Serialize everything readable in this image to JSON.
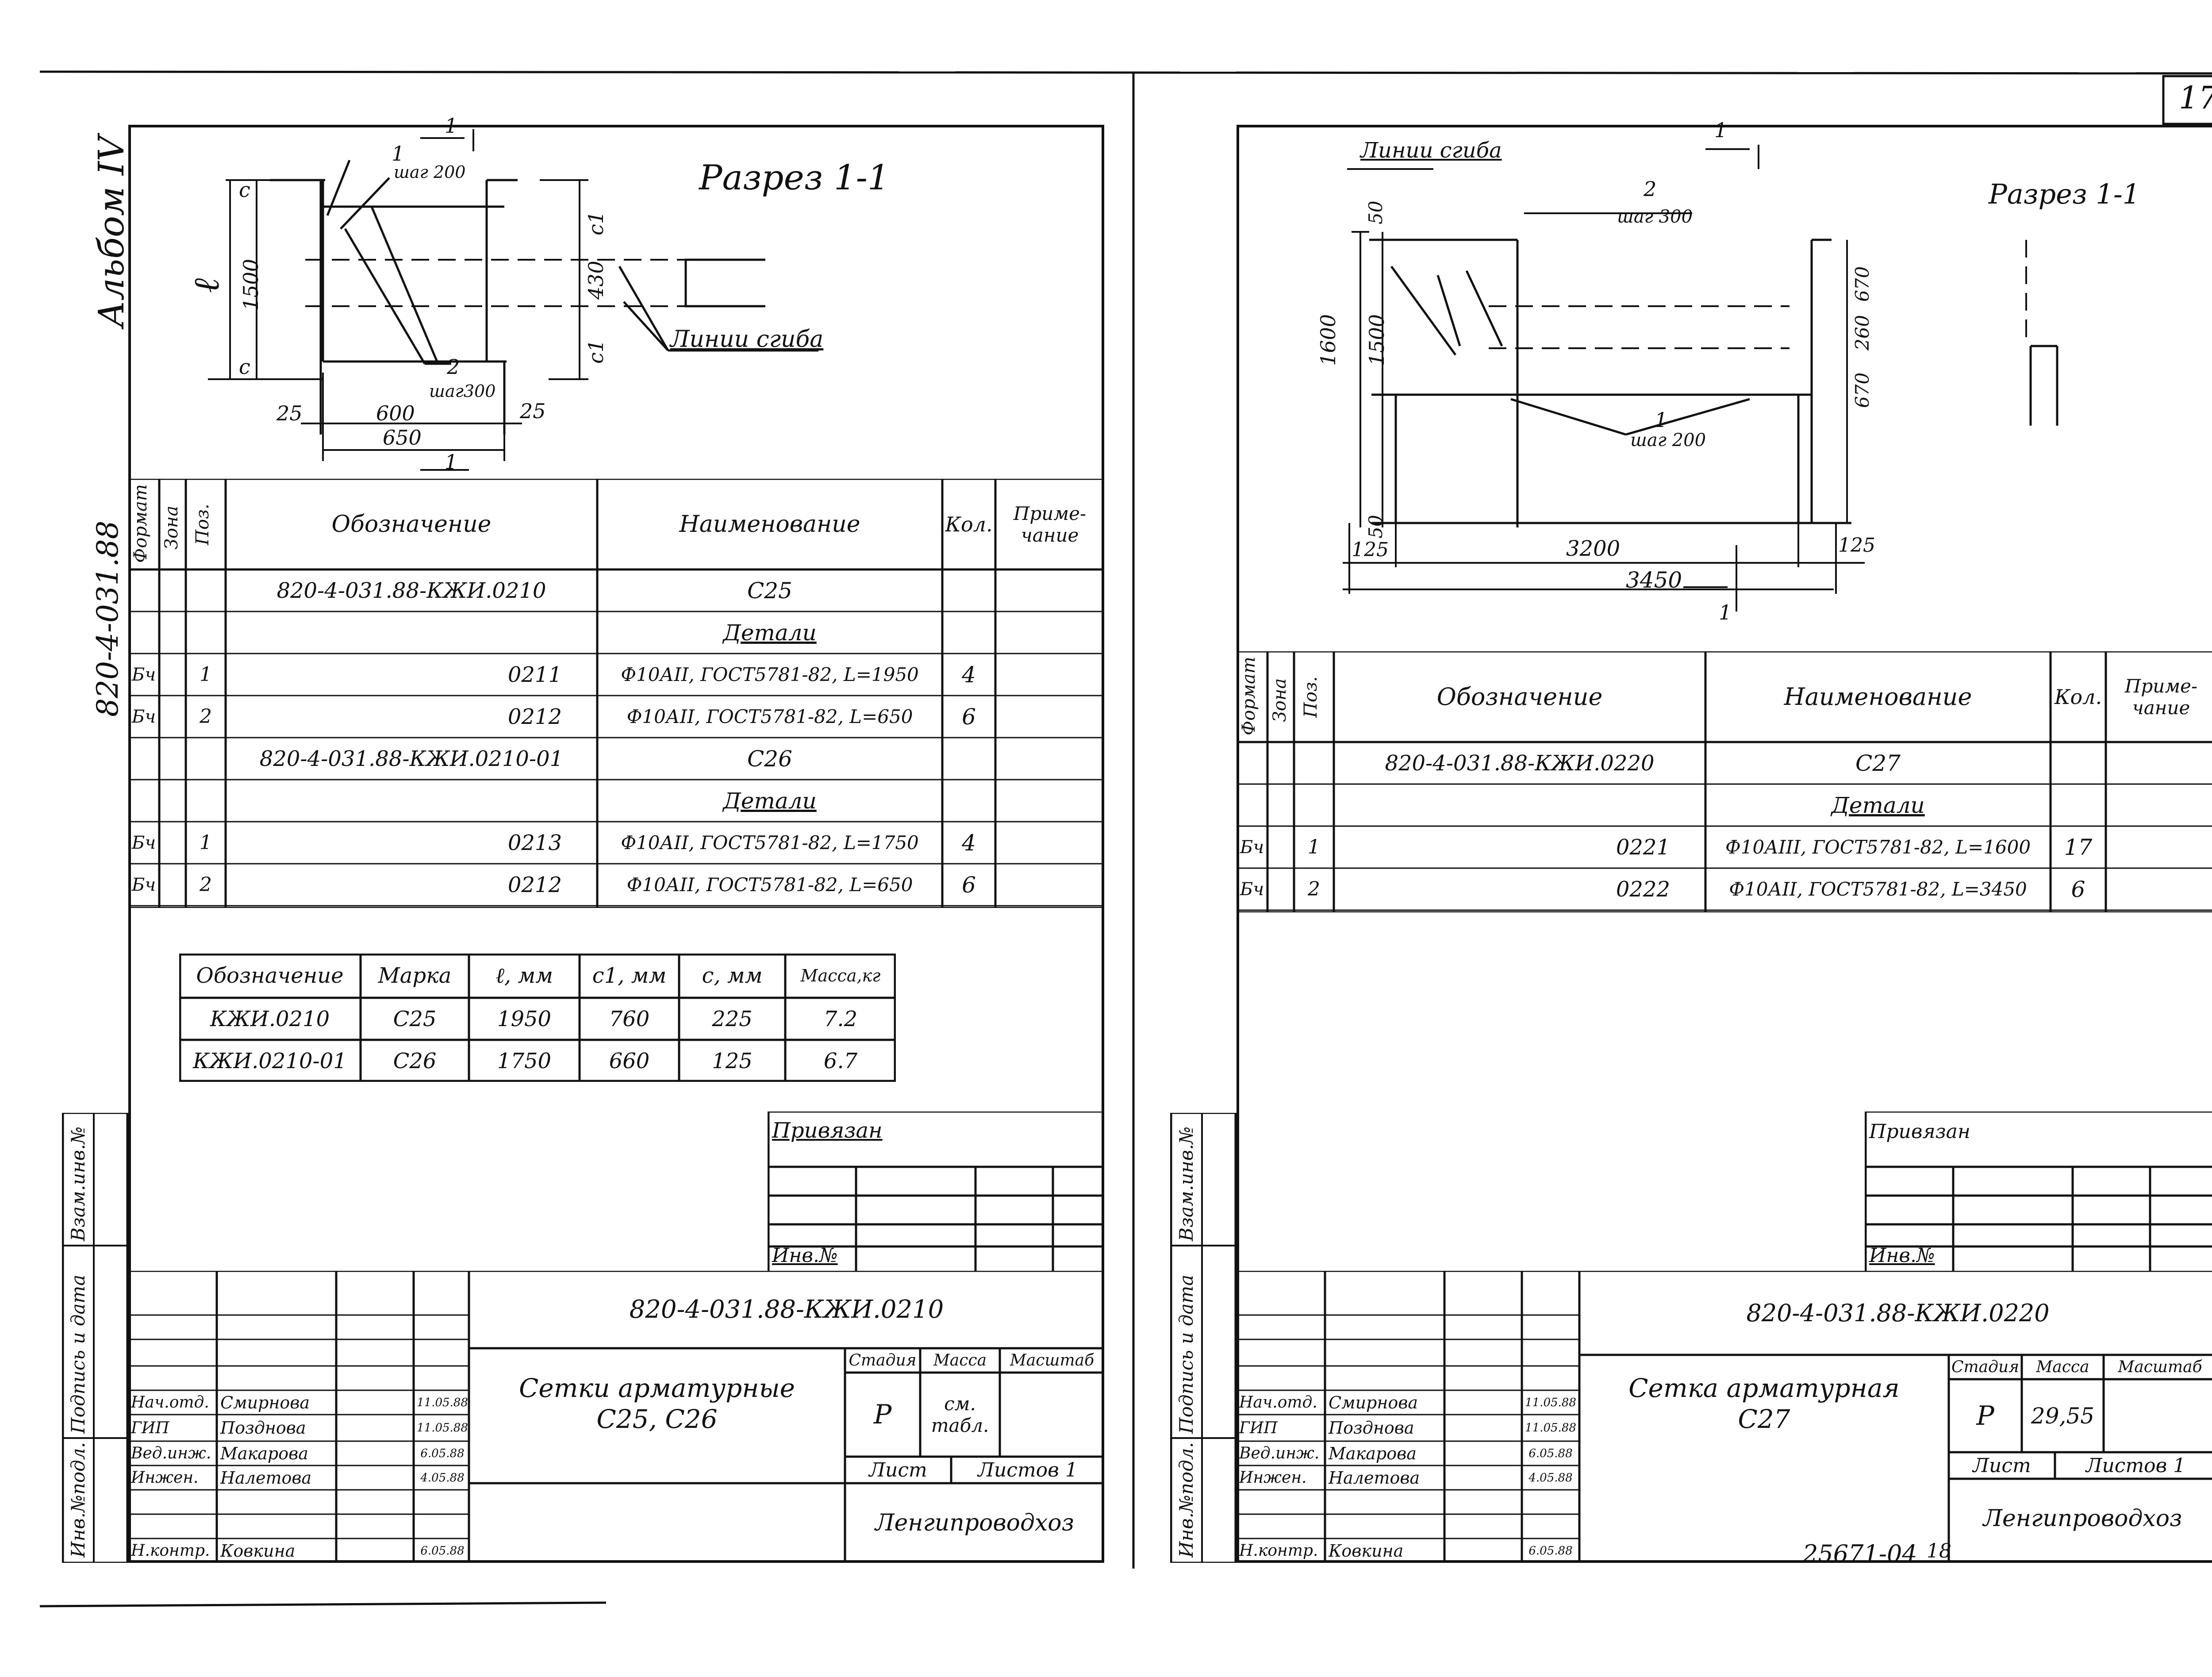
{
  "page": {
    "corner_number": "17",
    "bottom_code": "25671-04",
    "bottom_num": "18"
  },
  "left": {
    "album": "Альбом IV",
    "side_code": "820-4-031.88",
    "section_title": "Разрез 1-1",
    "drawing": {
      "mark1": "1",
      "step1": "шаг 200",
      "mark2": "2",
      "step2": "шаг300",
      "dim_c": "c",
      "dim_l": "ℓ",
      "dim_1500": "1500",
      "dim_c1": "c1",
      "dim_430": "430",
      "dim_25a": "25",
      "dim_600": "600",
      "dim_25b": "25",
      "dim_650": "650",
      "bend_lines": "Линии сгиба",
      "section_mark": "1"
    },
    "spec": {
      "headers": {
        "format": "Формат",
        "zone": "Зона",
        "pos": "Поз.",
        "designation": "Обозначение",
        "name": "Наименование",
        "qty": "Кол.",
        "note": "Приме-чание"
      },
      "rows": [
        {
          "format": "",
          "pos": "",
          "designation": "820-4-031.88-КЖИ.0210",
          "name": "С25",
          "qty": "",
          "underline": false
        },
        {
          "format": "",
          "pos": "",
          "designation": "",
          "name": "Детали",
          "qty": "",
          "underline": true
        },
        {
          "format": "Бч",
          "pos": "1",
          "designation": "0211",
          "name": "Ф10АII, ГОСТ5781-82, L=1950",
          "qty": "4",
          "underline": false
        },
        {
          "format": "Бч",
          "pos": "2",
          "designation": "0212",
          "name": "Ф10АII, ГОСТ5781-82, L=650",
          "qty": "6",
          "underline": false
        },
        {
          "format": "",
          "pos": "",
          "designation": "820-4-031.88-КЖИ.0210-01",
          "name": "С26",
          "qty": "",
          "underline": false
        },
        {
          "format": "",
          "pos": "",
          "designation": "",
          "name": "Детали",
          "qty": "",
          "underline": true
        },
        {
          "format": "Бч",
          "pos": "1",
          "designation": "0213",
          "name": "Ф10АII, ГОСТ5781-82, L=1750",
          "qty": "4",
          "underline": false
        },
        {
          "format": "Бч",
          "pos": "2",
          "designation": "0212",
          "name": "Ф10АII, ГОСТ5781-82, L=650",
          "qty": "6",
          "underline": false
        }
      ]
    },
    "params": {
      "headers": [
        "Обозначение",
        "Марка",
        "ℓ, мм",
        "c1, мм",
        "c, мм",
        "Масса,кг"
      ],
      "rows": [
        [
          "КЖИ.0210",
          "С25",
          "1950",
          "760",
          "225",
          "7.2"
        ],
        [
          "КЖИ.0210-01",
          "С26",
          "1750",
          "660",
          "125",
          "6.7"
        ]
      ]
    },
    "bound": "Привязан",
    "inv": "Инв.№",
    "stamp": {
      "code": "820-4-031.88-КЖИ.0210",
      "title": "Сетки арматурные",
      "subtitle": "С25, С26",
      "stage_h": "Стадия",
      "mass_h": "Масса",
      "scale_h": "Масштаб",
      "stage": "Р",
      "mass": "см. табл.",
      "sheet": "Лист",
      "sheets": "Листов 1",
      "org": "Ленгипроводхоз",
      "people": [
        {
          "role": "Нач.отд.",
          "name": "Смирнова",
          "date": "11.05.88"
        },
        {
          "role": "ГИП",
          "name": "Позднова",
          "date": "11.05.88"
        },
        {
          "role": "Вед.инж.",
          "name": "Макарова",
          "date": "6.05.88"
        },
        {
          "role": "Инжен.",
          "name": "Налетова",
          "date": "4.05.88"
        },
        {
          "role": "",
          "name": "",
          "date": ""
        },
        {
          "role": "Н.контр.",
          "name": "Ковкина",
          "date": "6.05.88"
        }
      ]
    },
    "side_labels": {
      "inv_orig": "Инв.№подл.",
      "sign_date": "Подпись и дата",
      "inv_swap": "Взам.инв.№"
    }
  },
  "right": {
    "section_title": "Разрез 1-1",
    "drawing": {
      "bend_lines": "Линии сгиба",
      "mark1": "1",
      "mark2": "2",
      "step2": "шаг 300",
      "step1": "шаг 200",
      "dim_50a": "50",
      "dim_1600": "1600",
      "dim_1500": "1500",
      "dim_50b": "50",
      "dim_670a": "670",
      "dim_260": "260",
      "dim_670b": "670",
      "dim_125a": "125",
      "dim_3200": "3200",
      "dim_125b": "125",
      "dim_3450": "3450",
      "section_mark_top": "1",
      "section_mark_bottom": "1"
    },
    "spec": {
      "headers": {
        "format": "Формат",
        "zone": "Зона",
        "pos": "Поз.",
        "designation": "Обозначение",
        "name": "Наименование",
        "qty": "Кол.",
        "note": "Приме-чание"
      },
      "rows": [
        {
          "format": "",
          "pos": "",
          "designation": "820-4-031.88-КЖИ.0220",
          "name": "С27",
          "qty": "",
          "underline": false
        },
        {
          "format": "",
          "pos": "",
          "designation": "",
          "name": "Детали",
          "qty": "",
          "underline": true
        },
        {
          "format": "Бч",
          "pos": "1",
          "designation": "0221",
          "name": "Ф10АIII, ГОСТ5781-82, L=1600",
          "qty": "17",
          "underline": false
        },
        {
          "format": "Бч",
          "pos": "2",
          "designation": "0222",
          "name": "Ф10АII, ГОСТ5781-82, L=3450",
          "qty": "6",
          "underline": false
        }
      ]
    },
    "bound": "Привязан",
    "inv": "Инв.№",
    "stamp": {
      "code": "820-4-031.88-КЖИ.0220",
      "title": "Сетка арматурная",
      "subtitle": "С27",
      "stage_h": "Стадия",
      "mass_h": "Масса",
      "scale_h": "Масштаб",
      "stage": "Р",
      "mass": "29,55",
      "sheet": "Лист",
      "sheets": "Листов 1",
      "org": "Ленгипроводхоз",
      "people": [
        {
          "role": "Нач.отд.",
          "name": "Смирнова",
          "date": "11.05.88"
        },
        {
          "role": "ГИП",
          "name": "Позднова",
          "date": "11.05.88"
        },
        {
          "role": "Вед.инж.",
          "name": "Макарова",
          "date": "6.05.88"
        },
        {
          "role": "Инжен.",
          "name": "Налетова",
          "date": "4.05.88"
        },
        {
          "role": "",
          "name": "",
          "date": ""
        },
        {
          "role": "Н.контр.",
          "name": "Ковкина",
          "date": "6.05.88"
        }
      ]
    },
    "side_labels": {
      "inv_orig": "Инв.№подл.",
      "sign_date": "Подпись и дата",
      "inv_swap": "Взам.инв.№"
    }
  }
}
